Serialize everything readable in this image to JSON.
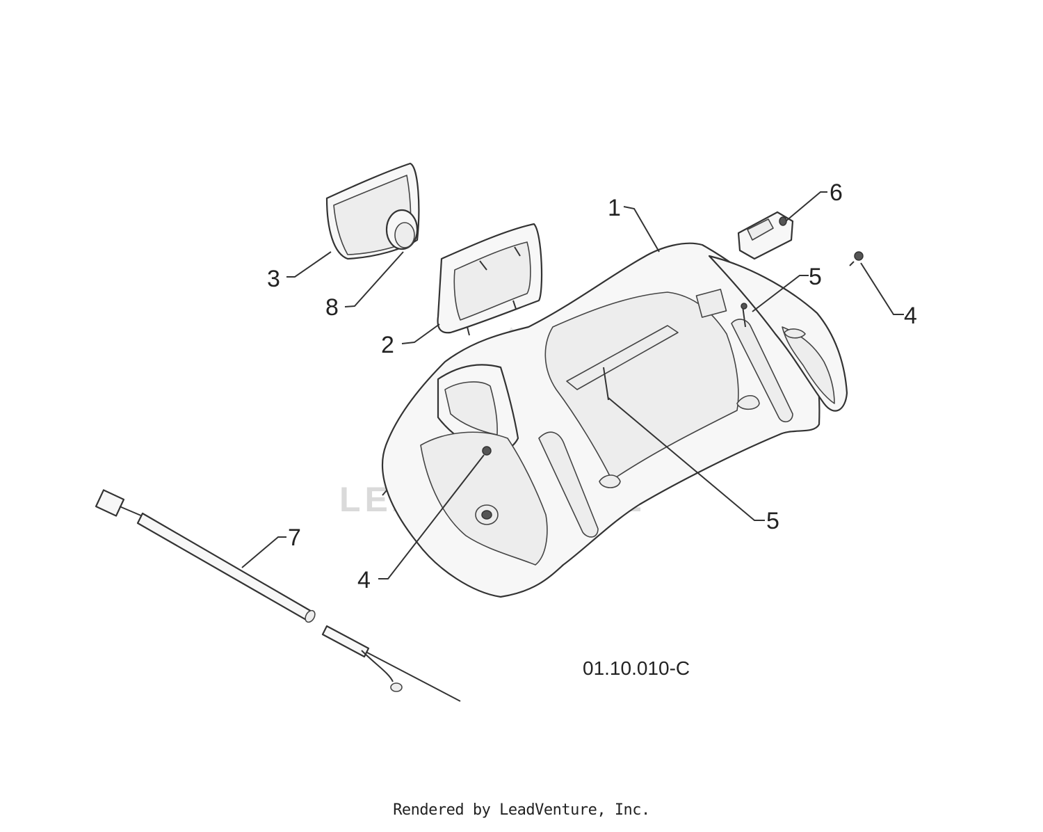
{
  "diagram": {
    "callouts": [
      {
        "id": "c1",
        "label": "1"
      },
      {
        "id": "c2",
        "label": "2"
      },
      {
        "id": "c3",
        "label": "3"
      },
      {
        "id": "c4a",
        "label": "4"
      },
      {
        "id": "c4b",
        "label": "4"
      },
      {
        "id": "c5a",
        "label": "5"
      },
      {
        "id": "c5b",
        "label": "5"
      },
      {
        "id": "c6",
        "label": "6"
      },
      {
        "id": "c7",
        "label": "7"
      },
      {
        "id": "c8",
        "label": "8"
      }
    ],
    "figure_code": "01.10.010-C",
    "watermark": "LEADVENTURE"
  },
  "footer": {
    "credit": "Rendered by LeadVenture, Inc."
  }
}
